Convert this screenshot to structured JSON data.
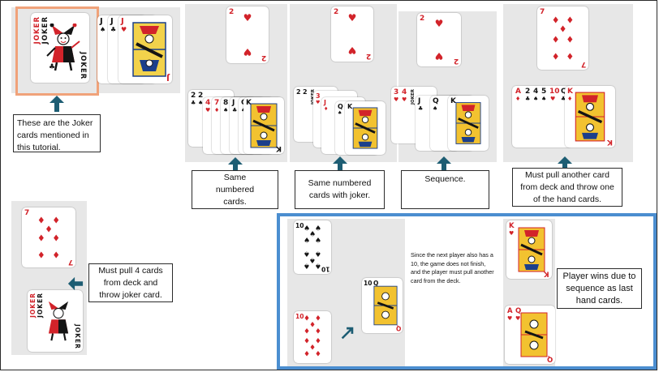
{
  "captions": {
    "joker_note": "These are the Joker cards mentioned in this tutorial.",
    "same_numbered": "Same numbered cards.",
    "same_with_joker": "Same numbered cards with joker.",
    "sequence": "Sequence.",
    "must_pull_another": "Must pull another card from deck and throw one of the hand cards.",
    "must_pull_four": "Must pull 4 cards from deck and throw joker card.",
    "player_wins": "Player wins due to sequence as last hand cards."
  },
  "note": "Since the next player also has a 10, the game does not finish, and the player must pull another card from the deck.",
  "cards": {
    "joker_word": "JOKER",
    "rank_2": "2",
    "rank_3": "3",
    "rank_4": "4",
    "rank_5": "5",
    "rank_7": "7",
    "rank_8": "8",
    "rank_10": "10",
    "rank_J": "J",
    "rank_Q": "Q",
    "rank_K": "K",
    "rank_A": "A",
    "suit_heart": "♥",
    "suit_diamond": "♦",
    "suit_spade": "♠",
    "suit_club": "♣"
  },
  "colors": {
    "red_suit": "#d2232a",
    "black_suit": "#141414",
    "joker_highlight": "#f0a27a",
    "winning_highlight": "#4b8ed0",
    "arrow": "#1d5d73"
  }
}
